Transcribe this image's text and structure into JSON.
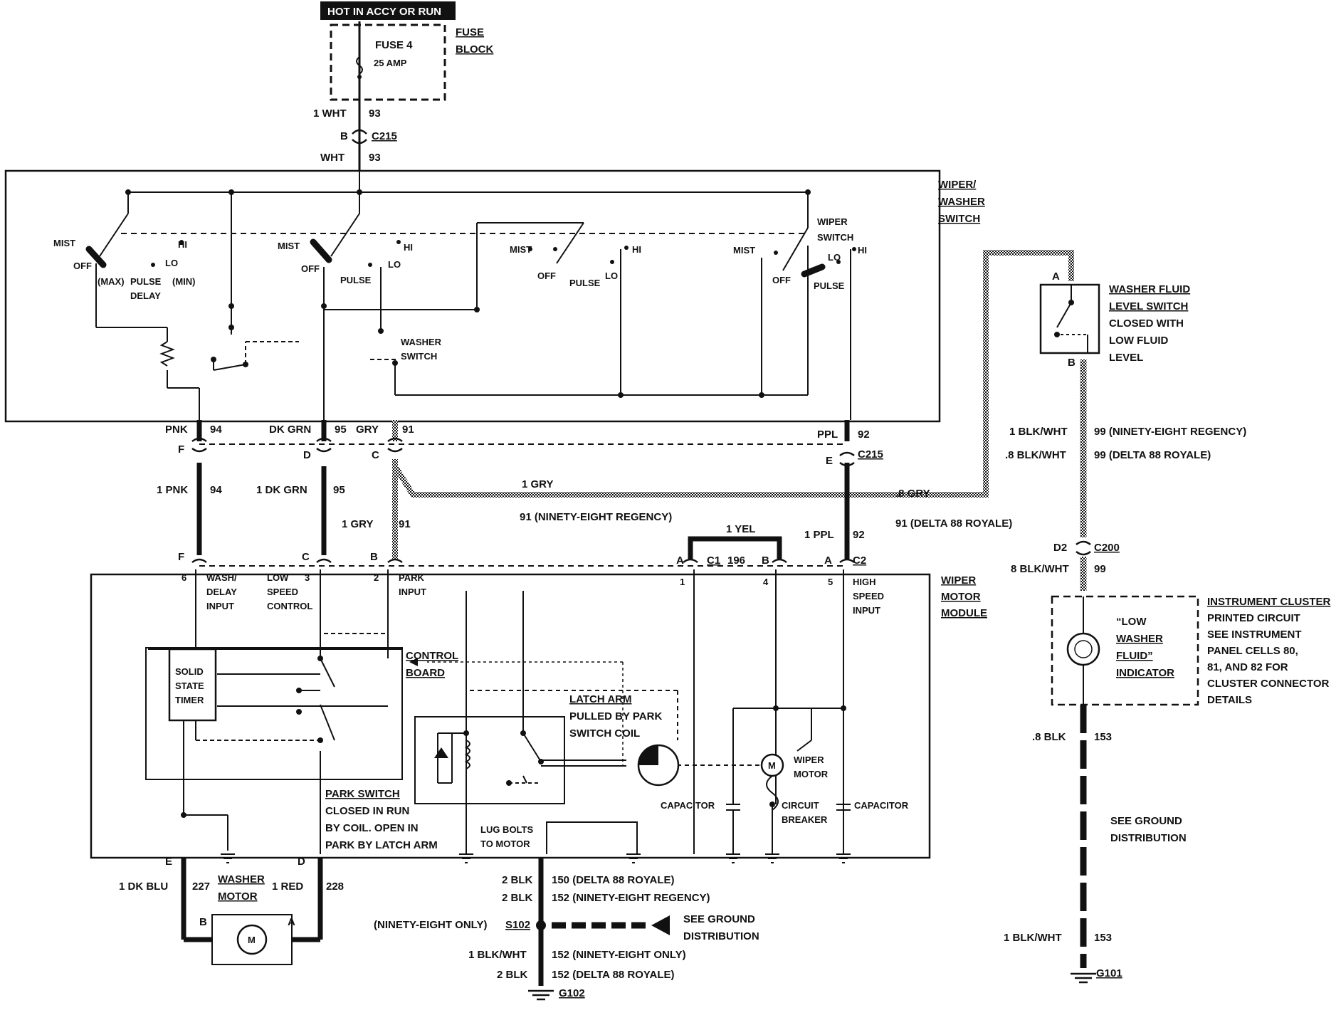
{
  "header": {
    "hot_label": "HOT IN ACCY OR RUN",
    "fuse_name": "FUSE 4",
    "fuse_rating": "25 AMP",
    "fuse_block_1": "FUSE",
    "fuse_block_2": "BLOCK"
  },
  "top_wire": {
    "w1": "1 WHT",
    "c1": "93",
    "pin_b": "B",
    "connector": "C215",
    "w2": "WHT",
    "c2": "93"
  },
  "wiper_switch": {
    "title_1": "WIPER/",
    "title_2": "WASHER",
    "title_3": "SWITCH",
    "mist": "MIST",
    "off": "OFF",
    "hi": "HI",
    "lo": "LO",
    "pulse": "PULSE",
    "max": "(MAX)",
    "min": "(MIN)",
    "delay": "DELAY",
    "washer_1": "WASHER",
    "washer_2": "SWITCH",
    "wiper_1": "WIPER",
    "wiper_2": "SWITCH"
  },
  "mid_wires": {
    "pnk": "PNK",
    "pnk_c": "94",
    "pin_f": "F",
    "dkgrn": "DK GRN",
    "dkgrn_c": "95",
    "pin_d": "D",
    "gry": "GRY",
    "gry_c": "91",
    "pin_c": "C",
    "ppl": "PPL",
    "ppl_c": "92",
    "pin_e": "E",
    "c215": "C215",
    "pnk_1": "1 PNK",
    "pnk_1c": "94",
    "dkgrn_1": "1 DK GRN",
    "dkgrn_1c": "95",
    "gry_1": "1 GRY",
    "gry_1c": "91",
    "gry_top": "1 GRY",
    "gry_regency": "91 (NINETY-EIGHT REGENCY)",
    "gry_08": ".8 GRY",
    "gry_delta": "91 (DELTA 88 ROYALE)",
    "yel": "1 YEL",
    "yel_c": "196",
    "ppl_1": "1 PPL",
    "ppl_1c": "92",
    "pin_a": "A",
    "pin_b2": "B",
    "c1": "C1",
    "c2": "C2"
  },
  "module": {
    "title_1": "WIPER",
    "title_2": "MOTOR",
    "title_3": "MODULE",
    "p6": "6",
    "wash_1": "WASH/",
    "wash_2": "DELAY",
    "wash_3": "INPUT",
    "p3": "3",
    "low_1": "LOW",
    "low_2": "SPEED",
    "low_3": "CONTROL",
    "p2": "2",
    "park_1": "PARK",
    "park_2": "INPUT",
    "p1": "1",
    "p4": "4",
    "p5": "5",
    "high_1": "HIGH",
    "high_2": "SPEED",
    "high_3": "INPUT",
    "timer_1": "SOLID",
    "timer_2": "STATE",
    "timer_3": "TIMER",
    "cb_1": "CONTROL",
    "cb_2": "BOARD",
    "latch_1": "LATCH ARM",
    "latch_2": "PULLED BY PARK",
    "latch_3": "SWITCH COIL",
    "motor_1": "WIPER",
    "motor_2": "MOTOR",
    "motor_sym": "M",
    "capacitor": "CAPACITOR",
    "breaker_1": "CIRCUIT",
    "breaker_2": "BREAKER",
    "capacitor_2": "CAPACITOR",
    "ps_1": "PARK SWITCH",
    "ps_2": "CLOSED IN RUN",
    "ps_3": "BY COIL. OPEN IN",
    "ps_4": "PARK BY LATCH ARM",
    "lug_1": "LUG BOLTS",
    "lug_2": "TO MOTOR"
  },
  "washer_motor": {
    "pin_e": "E",
    "pin_d": "D",
    "w_left": "1 DK BLU",
    "w_left_c": "227",
    "title_1": "WASHER",
    "title_2": "MOTOR",
    "w_right": "1 RED",
    "w_right_c": "228",
    "pin_b": "B",
    "pin_a": "A",
    "sym": "M"
  },
  "ground_main": {
    "l1": "2 BLK",
    "l1c": "150 (DELTA 88 ROYALE)",
    "l2": "2 BLK",
    "l2c": "152 (NINETY-EIGHT REGENCY)",
    "splice_pre": "(NINETY-EIGHT ONLY)",
    "splice": "S102",
    "see_1": "SEE GROUND",
    "see_2": "DISTRIBUTION",
    "l3": "1 BLK/WHT",
    "l3c": "152 (NINETY-EIGHT ONLY)",
    "l4": "2 BLK",
    "l4c": "152 (DELTA 88 ROYALE)",
    "g": "G102"
  },
  "right_side": {
    "pin_a": "A",
    "pin_b": "B",
    "wf_1": "WASHER FLUID",
    "wf_2": "LEVEL SWITCH",
    "wf_3": "CLOSED WITH",
    "wf_4": "LOW FLUID",
    "wf_5": "LEVEL",
    "w1": "1 BLK/WHT",
    "w1c": "99 (NINETY-EIGHT REGENCY)",
    "w2": ".8 BLK/WHT",
    "w2c": "99 (DELTA 88 ROYALE)",
    "d2": "D2",
    "c200": "C200",
    "w3": "8 BLK/WHT",
    "w3c": "99",
    "ind_1": "“LOW",
    "ind_2": "WASHER",
    "ind_3": "FLUID”",
    "ind_4": "INDICATOR",
    "ic_1": "INSTRUMENT CLUSTER",
    "ic_2": "PRINTED CIRCUIT",
    "ic_3": "SEE INSTRUMENT",
    "ic_4": "PANEL CELLS 80,",
    "ic_5": "81, AND 82 FOR",
    "ic_6": "CLUSTER CONNECTOR",
    "ic_7": "DETAILS",
    "w4": ".8 BLK",
    "w4c": "153",
    "see_1": "SEE GROUND",
    "see_2": "DISTRIBUTION",
    "w5": "1 BLK/WHT",
    "w5c": "153",
    "g": "G101"
  }
}
